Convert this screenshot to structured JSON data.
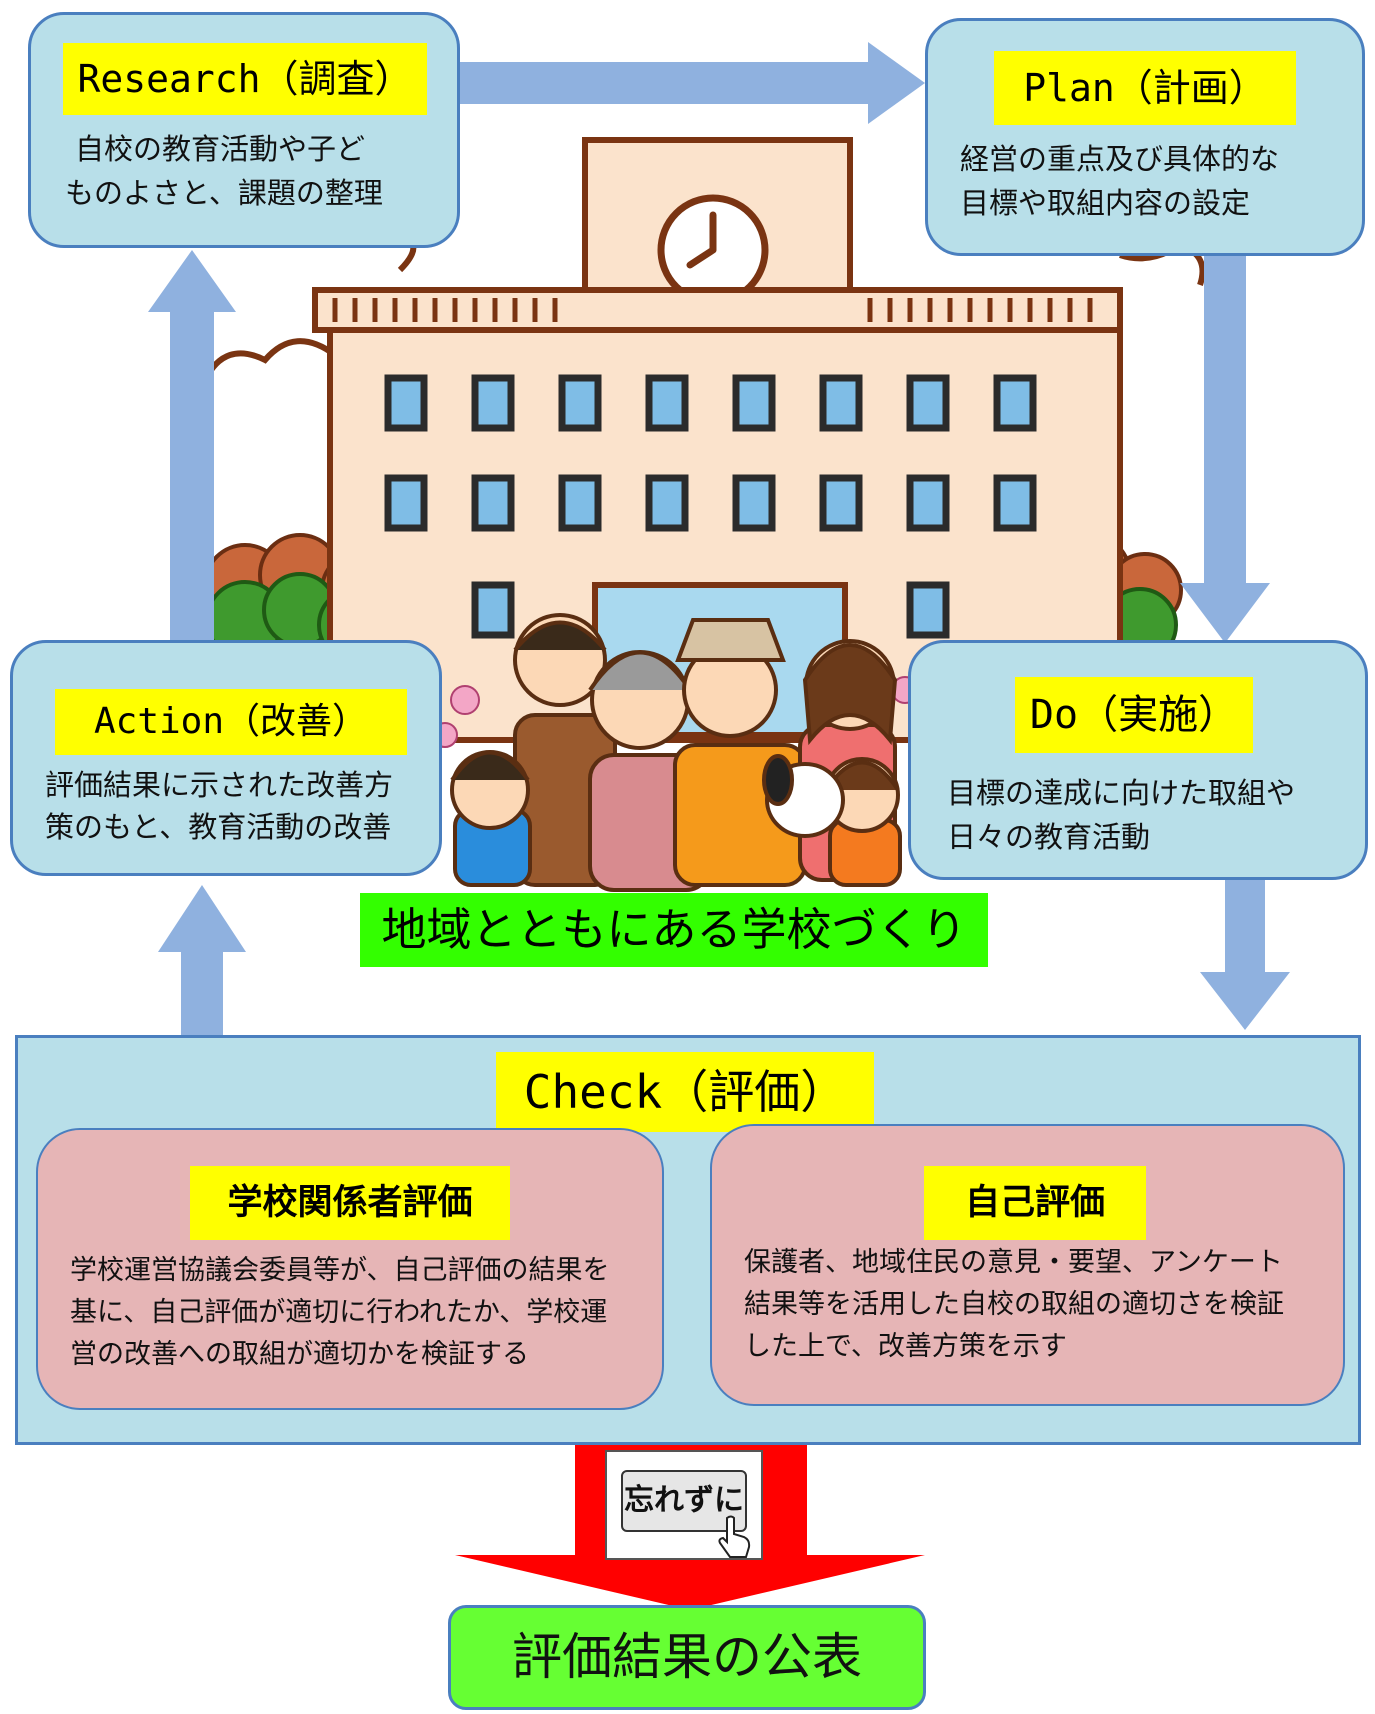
{
  "colors": {
    "box_fill": "#b8dfe9",
    "box_border": "#4a7fbf",
    "label_fill": "#ffff00",
    "arrow": "#8fb1df",
    "check_panel": "#b8dfe9",
    "pink_box": "#e6b5b6",
    "red_arrow": "#ff0000",
    "green_banner": "#33ff00",
    "result_box": "#66ff33"
  },
  "research": {
    "label": "Research（調査）",
    "lines": [
      "自校の教育活動や子ど",
      "ものよさと、課題の整理"
    ]
  },
  "plan": {
    "label": "Plan（計画）",
    "lines": [
      "経営の重点及び具体的な",
      "目標や取組内容の設定"
    ]
  },
  "do": {
    "label": "Do（実施）",
    "lines": [
      "目標の達成に向けた取組や",
      "日々の教育活動"
    ]
  },
  "action": {
    "label": "Action（改善）",
    "lines": [
      "評価結果に示された改善方",
      "策のもと、教育活動の改善"
    ]
  },
  "center_banner": "地域とともにある学校づくり",
  "check": {
    "label": "Check（評価）",
    "school_eval": {
      "label": "学校関係者評価",
      "lines": [
        "学校運営協議会委員等が、自己評価の結果を",
        "基に、自己評価が適切に行われたか、学校運",
        "営の改善への取組が適切かを検証する"
      ]
    },
    "self_eval": {
      "label": "自己評価",
      "lines": [
        "保護者、地域住民の意見・要望、アンケート",
        "結果等を活用した自校の取組の適切さを検証",
        "した上で、改善方策を示す"
      ]
    }
  },
  "reminder_button": "忘れずに",
  "result": "評価結果の公表"
}
